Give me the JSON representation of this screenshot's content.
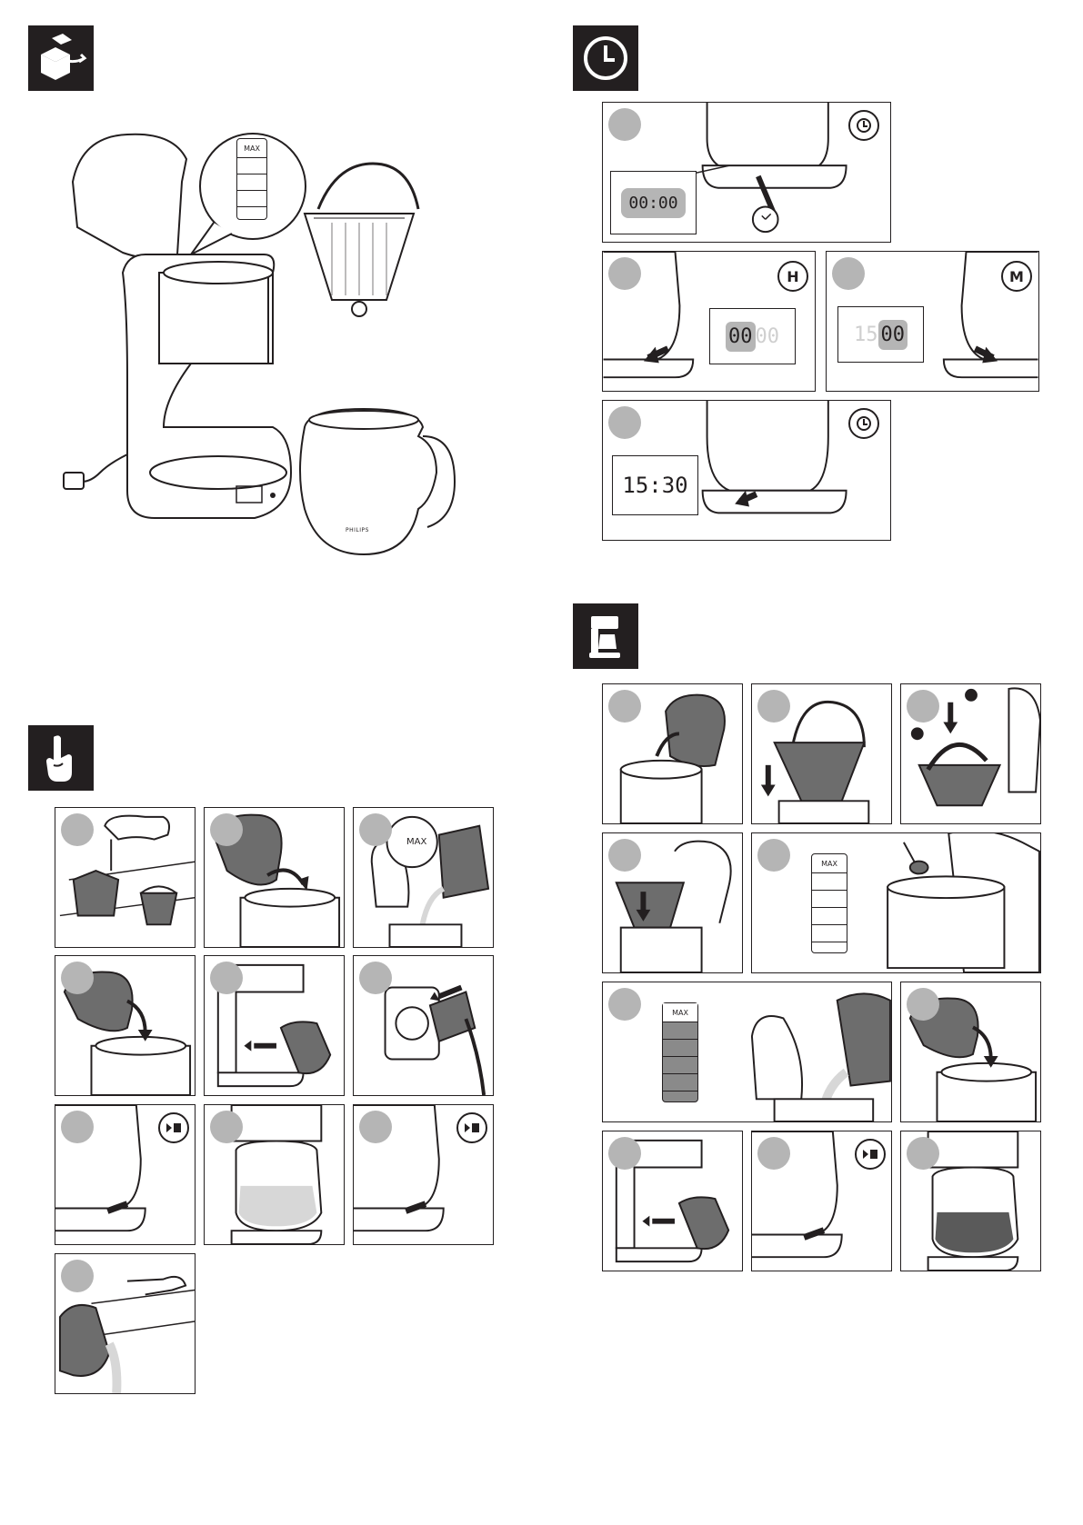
{
  "overview": {
    "max_label": "MAX",
    "brand_label": "PHILIPS"
  },
  "clock_section": {
    "display_initial": "00:00",
    "display_hour_active": "00",
    "display_hour_dim": "00",
    "display_minute_dim": "15",
    "display_minute_active": "00",
    "display_set_time": "15:30",
    "hour_button_label": "H",
    "minute_button_label": "M"
  },
  "brew_section": {
    "max_label": "MAX",
    "max_label_2": "MAX"
  },
  "first_use_section": {
    "max_label": "MAX"
  },
  "colors": {
    "ink": "#231f20",
    "step_circle": "#b5b5b5",
    "dark_fill": "#6d6d6d",
    "water": "#d7d7d7",
    "coffee": "#5a5a5a"
  },
  "icons": {
    "overview": "unpacking-box-icon",
    "clock": "clock-icon",
    "first_use": "hand-icon",
    "brew": "coffee-maker-icon"
  }
}
